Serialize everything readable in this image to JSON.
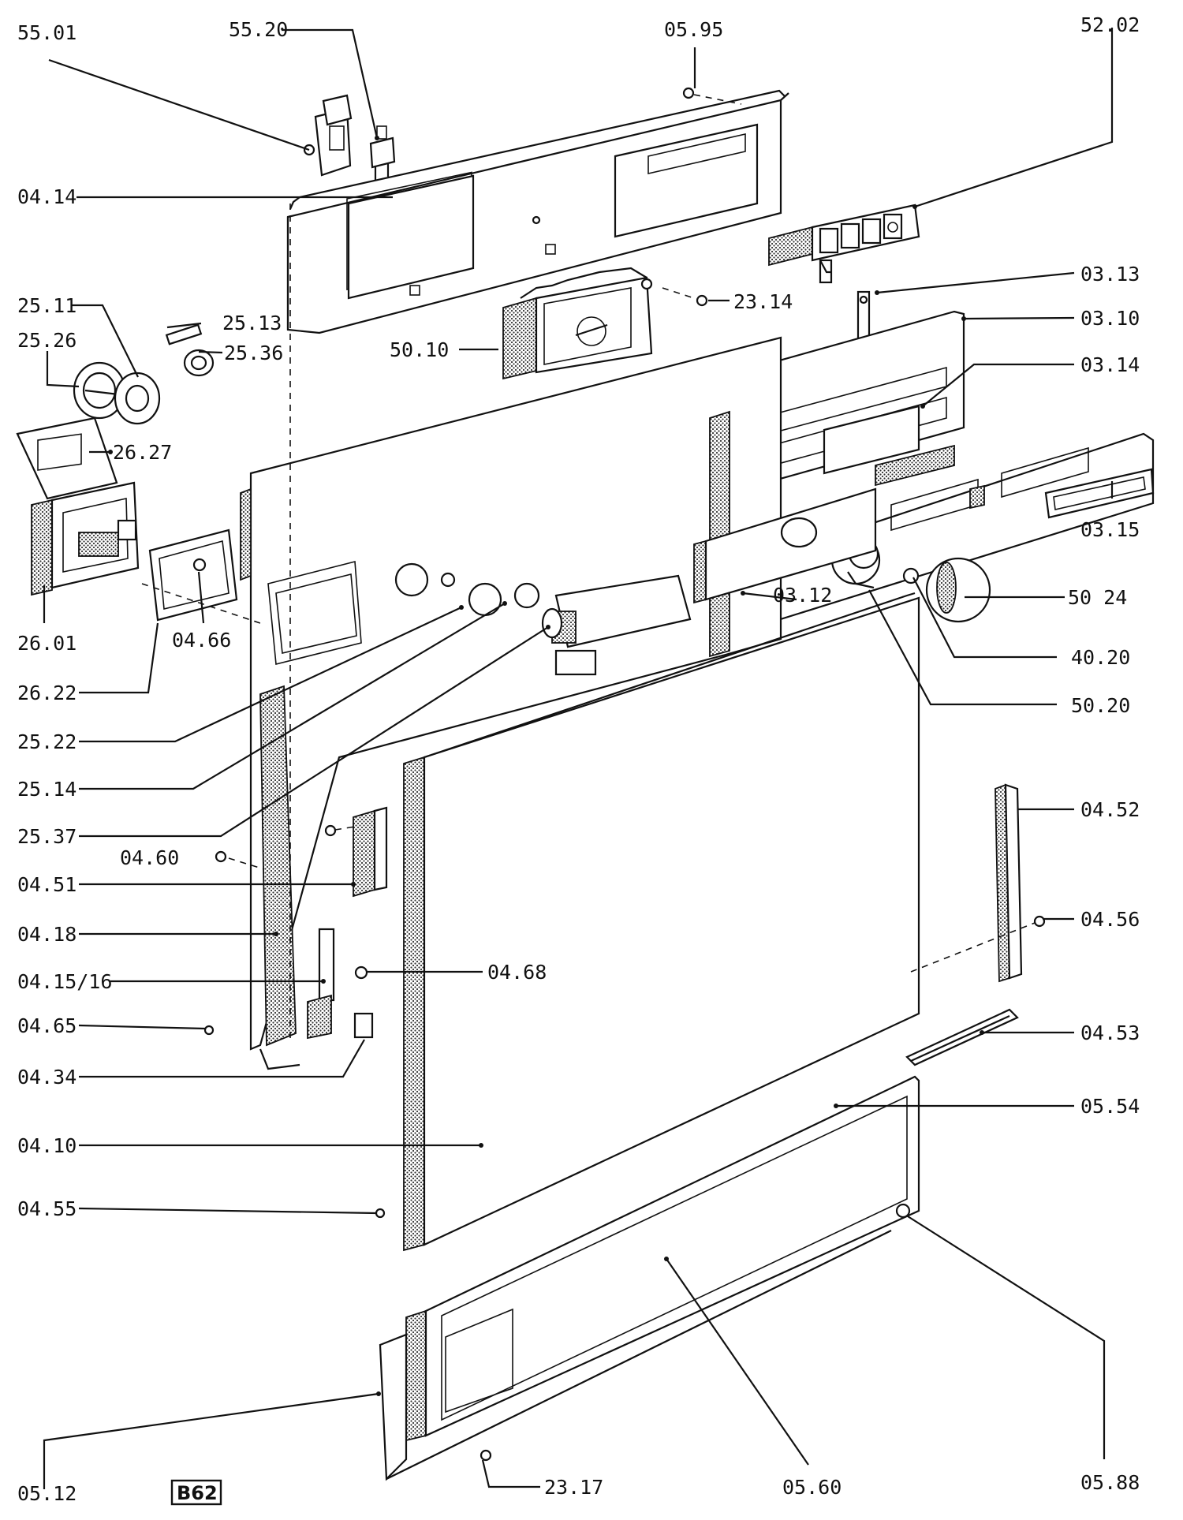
{
  "diagram": {
    "badge": "B62",
    "labels": [
      {
        "id": "55-01",
        "text": "55.01"
      },
      {
        "id": "55-20",
        "text": "55.20"
      },
      {
        "id": "05-95",
        "text": "05.95"
      },
      {
        "id": "52-02",
        "text": "52.02"
      },
      {
        "id": "04-14",
        "text": "04.14"
      },
      {
        "id": "03-13",
        "text": "03.13"
      },
      {
        "id": "23-14",
        "text": "23.14"
      },
      {
        "id": "03-10",
        "text": "03.10"
      },
      {
        "id": "25-11",
        "text": "25.11"
      },
      {
        "id": "25-13",
        "text": "25.13"
      },
      {
        "id": "25-26",
        "text": "25.26"
      },
      {
        "id": "25-36",
        "text": "25.36"
      },
      {
        "id": "50-10",
        "text": "50.10"
      },
      {
        "id": "03-14",
        "text": "03.14"
      },
      {
        "id": "26-27",
        "text": "26.27"
      },
      {
        "id": "03-15",
        "text": "03.15"
      },
      {
        "id": "03-12",
        "text": "03.12"
      },
      {
        "id": "50-24",
        "text": "50 24"
      },
      {
        "id": "26-01",
        "text": "26.01"
      },
      {
        "id": "04-66",
        "text": "04.66"
      },
      {
        "id": "40-20",
        "text": "40.20"
      },
      {
        "id": "26-22",
        "text": "26.22"
      },
      {
        "id": "50-20",
        "text": "50.20"
      },
      {
        "id": "25-22",
        "text": "25.22"
      },
      {
        "id": "25-14",
        "text": "25.14"
      },
      {
        "id": "04-52",
        "text": "04.52"
      },
      {
        "id": "25-37",
        "text": "25.37"
      },
      {
        "id": "04-60",
        "text": "04.60"
      },
      {
        "id": "04-51",
        "text": "04.51"
      },
      {
        "id": "04-56",
        "text": "04.56"
      },
      {
        "id": "04-18",
        "text": "04.18"
      },
      {
        "id": "04-68",
        "text": "04.68"
      },
      {
        "id": "04-15-16",
        "text": "04.15/16"
      },
      {
        "id": "04-65",
        "text": "04.65"
      },
      {
        "id": "04-53",
        "text": "04.53"
      },
      {
        "id": "04-34",
        "text": "04.34"
      },
      {
        "id": "05-54",
        "text": "05.54"
      },
      {
        "id": "04-10",
        "text": "04.10"
      },
      {
        "id": "04-55",
        "text": "04.55"
      },
      {
        "id": "05-12",
        "text": "05.12"
      },
      {
        "id": "23-17",
        "text": "23.17"
      },
      {
        "id": "05-60",
        "text": "05.60"
      },
      {
        "id": "05-88",
        "text": "05.88"
      }
    ]
  }
}
